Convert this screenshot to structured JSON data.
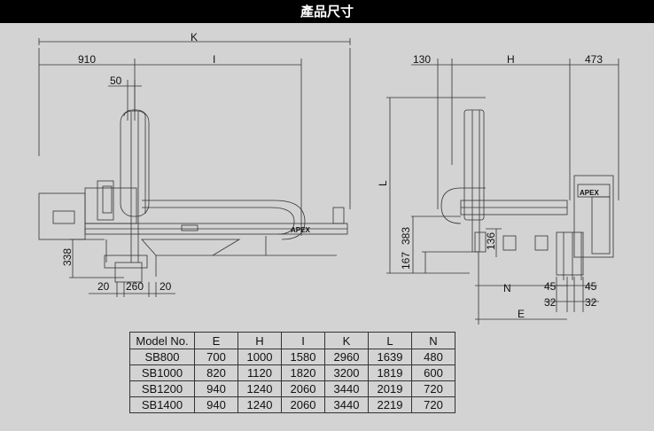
{
  "header": {
    "title": "產品尺寸"
  },
  "dimensions": {
    "K": "K",
    "910": "910",
    "I": "I",
    "50": "50",
    "338": "338",
    "20a": "20",
    "260": "260",
    "20b": "20",
    "130": "130",
    "H": "H",
    "473": "473",
    "L": "L",
    "383": "383",
    "167": "167",
    "136": "136",
    "N": "N",
    "45a": "45",
    "45b": "45",
    "32a": "32",
    "32b": "32",
    "E": "E"
  },
  "brand": "APEX",
  "table": {
    "headers": [
      "Model No.",
      "E",
      "H",
      "I",
      "K",
      "L",
      "N"
    ],
    "rows": [
      [
        "SB800",
        "700",
        "1000",
        "1580",
        "2960",
        "1639",
        "480"
      ],
      [
        "SB1000",
        "820",
        "1120",
        "1820",
        "3200",
        "1819",
        "600"
      ],
      [
        "SB1200",
        "940",
        "1240",
        "2060",
        "3440",
        "2019",
        "720"
      ],
      [
        "SB1400",
        "940",
        "1240",
        "2060",
        "3440",
        "2219",
        "720"
      ]
    ]
  }
}
